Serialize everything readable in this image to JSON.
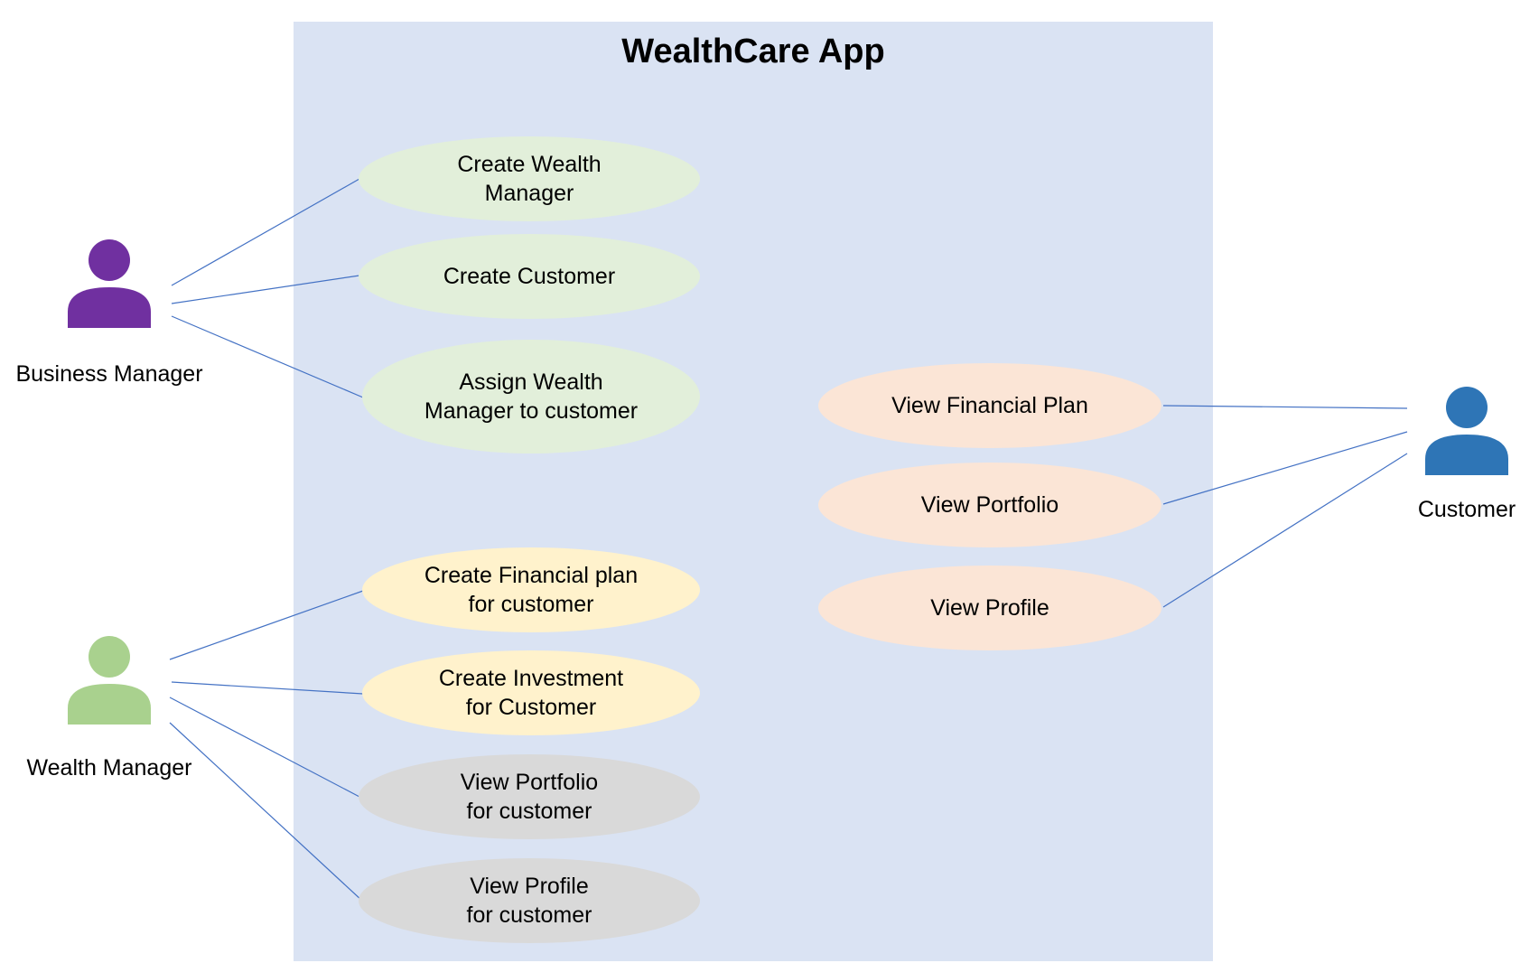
{
  "system": {
    "title": "WealthCare App",
    "background": "#dae3f3"
  },
  "actors": [
    {
      "id": "business-manager",
      "label": "Business Manager",
      "color": "#7030a0",
      "icon": "person-icon"
    },
    {
      "id": "wealth-manager",
      "label": "Wealth Manager",
      "color": "#a9d18e",
      "icon": "person-icon"
    },
    {
      "id": "customer",
      "label": "Customer",
      "color": "#2e75b6",
      "icon": "person-icon"
    }
  ],
  "use_cases": [
    {
      "id": "create-wealth-manager",
      "label": "Create Wealth\nManager",
      "color": "#e2efda"
    },
    {
      "id": "create-customer",
      "label": "Create Customer",
      "color": "#e2efda"
    },
    {
      "id": "assign-wealth-manager",
      "label": "Assign Wealth\nManager to customer",
      "color": "#e2efda"
    },
    {
      "id": "create-financial-plan",
      "label": "Create Financial plan\nfor customer",
      "color": "#fff2cc"
    },
    {
      "id": "create-investment",
      "label": "Create Investment\nfor Customer",
      "color": "#fff2cc"
    },
    {
      "id": "view-portfolio-for-customer",
      "label": "View Portfolio\nfor customer",
      "color": "#d9d9d9"
    },
    {
      "id": "view-profile-for-customer",
      "label": "View Profile\nfor customer",
      "color": "#d9d9d9"
    },
    {
      "id": "view-financial-plan",
      "label": "View Financial Plan",
      "color": "#fbe5d6"
    },
    {
      "id": "view-portfolio",
      "label": "View Portfolio",
      "color": "#fbe5d6"
    },
    {
      "id": "view-profile",
      "label": "View Profile",
      "color": "#fbe5d6"
    }
  ],
  "associations": [
    {
      "from": "business-manager",
      "to": "create-wealth-manager"
    },
    {
      "from": "business-manager",
      "to": "create-customer"
    },
    {
      "from": "business-manager",
      "to": "assign-wealth-manager"
    },
    {
      "from": "wealth-manager",
      "to": "create-financial-plan"
    },
    {
      "from": "wealth-manager",
      "to": "create-investment"
    },
    {
      "from": "wealth-manager",
      "to": "view-portfolio-for-customer"
    },
    {
      "from": "wealth-manager",
      "to": "view-profile-for-customer"
    },
    {
      "from": "customer",
      "to": "view-financial-plan"
    },
    {
      "from": "customer",
      "to": "view-portfolio"
    },
    {
      "from": "customer",
      "to": "view-profile"
    }
  ],
  "line_color": "#4472c4"
}
